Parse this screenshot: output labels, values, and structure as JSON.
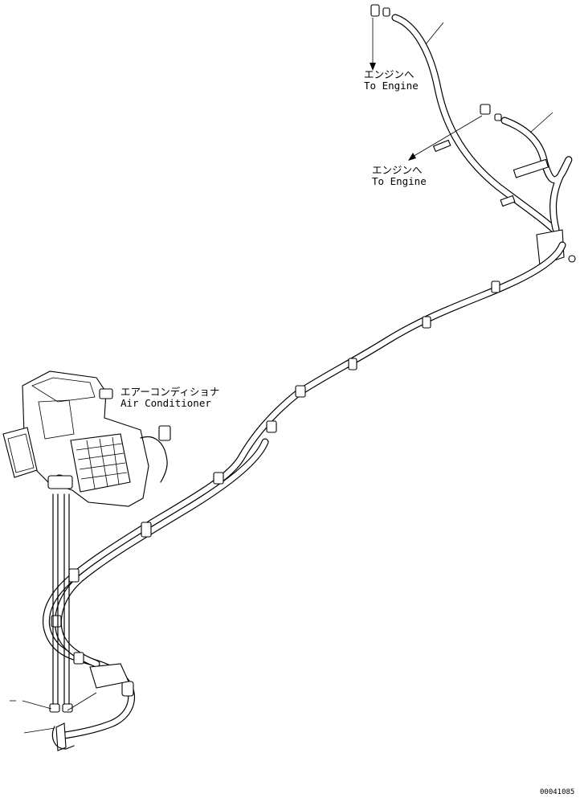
{
  "labels": {
    "to_engine_upper_jp": "エンジンへ",
    "to_engine_upper_en": "To Engine",
    "to_engine_lower_jp": "エンジンへ",
    "to_engine_lower_en": "To Engine",
    "air_conditioner_jp": "エアーコンディショナ",
    "air_conditioner_en": "Air Conditioner"
  },
  "drawing_number": "00041085",
  "colors": {
    "line": "#000000",
    "background": "#ffffff"
  }
}
